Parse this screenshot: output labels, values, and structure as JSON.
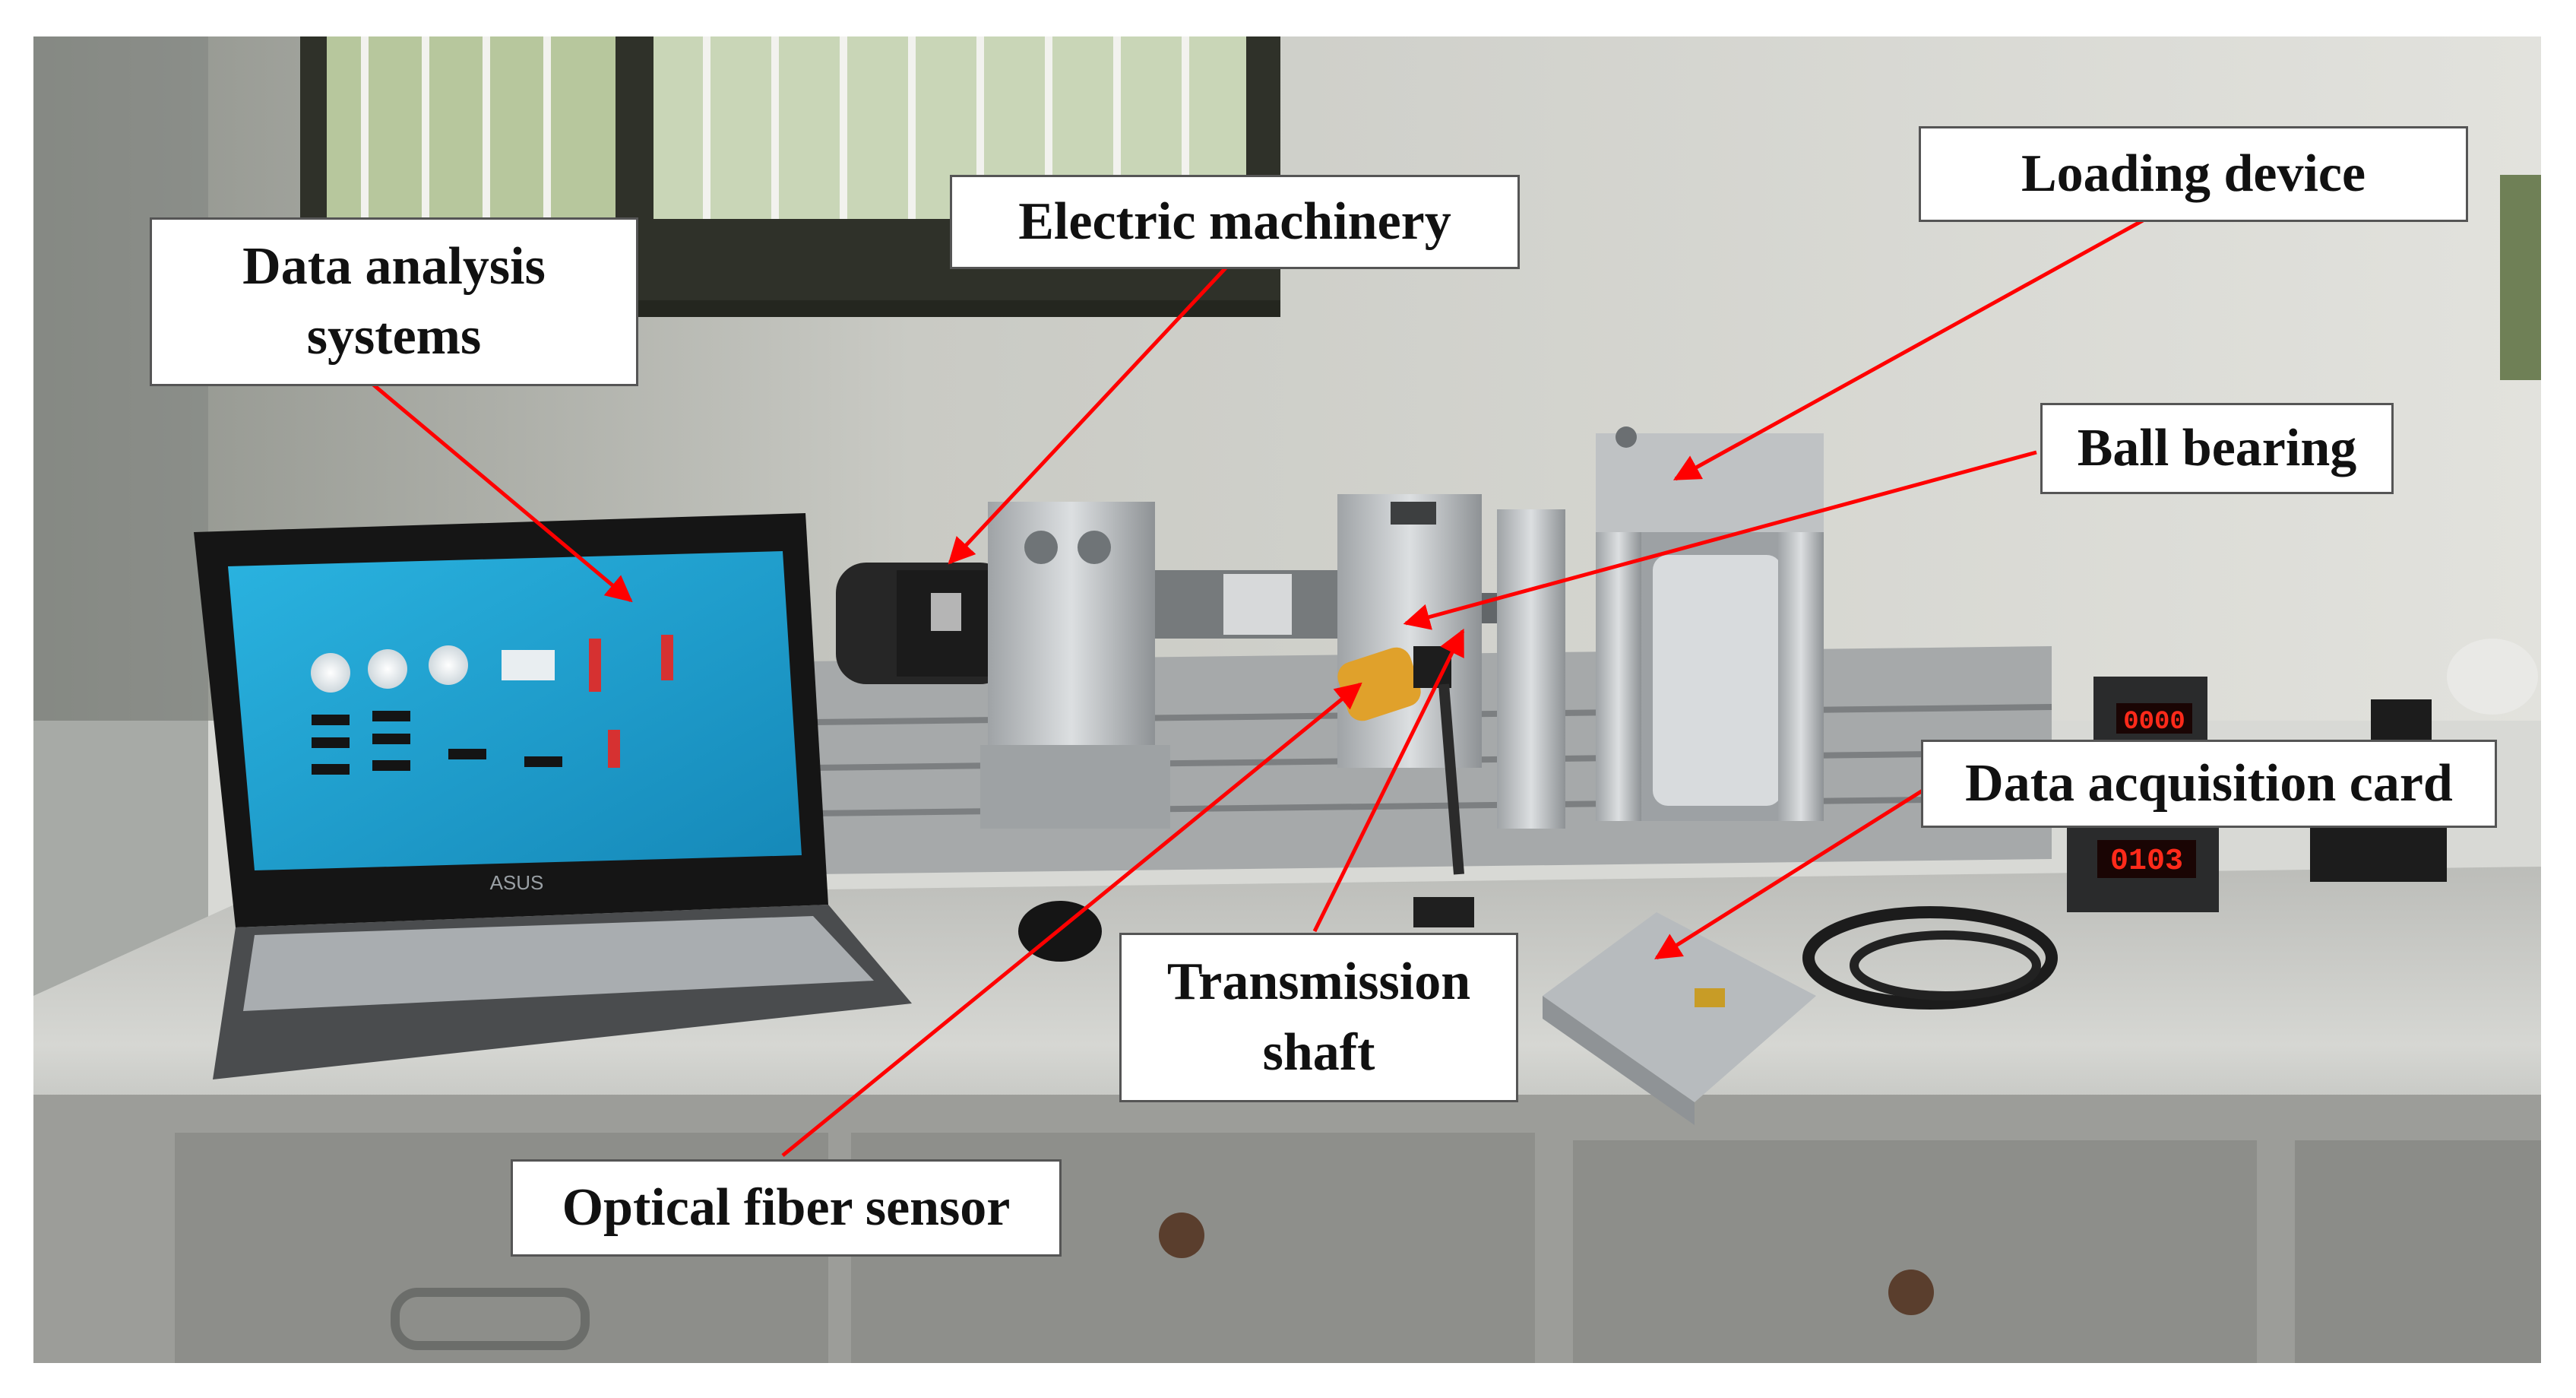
{
  "labels": {
    "data_analysis": [
      "Data analysis",
      "systems"
    ],
    "electric_machinery": "Electric machinery",
    "loading_device": "Loading device",
    "ball_bearing": "Ball bearing",
    "data_acquisition": "Data acquisition card",
    "transmission_shaft": [
      "Transmission",
      "shaft"
    ],
    "optical_fiber": "Optical fiber sensor"
  },
  "laptop_brand": "ASUS",
  "meter_readings": {
    "upper": "0000",
    "lower": "0103"
  },
  "colors": {
    "arrow": "#ff0000",
    "label_border": "#555555",
    "screen": "#1fa7d6",
    "led": "#ff2a1a"
  }
}
